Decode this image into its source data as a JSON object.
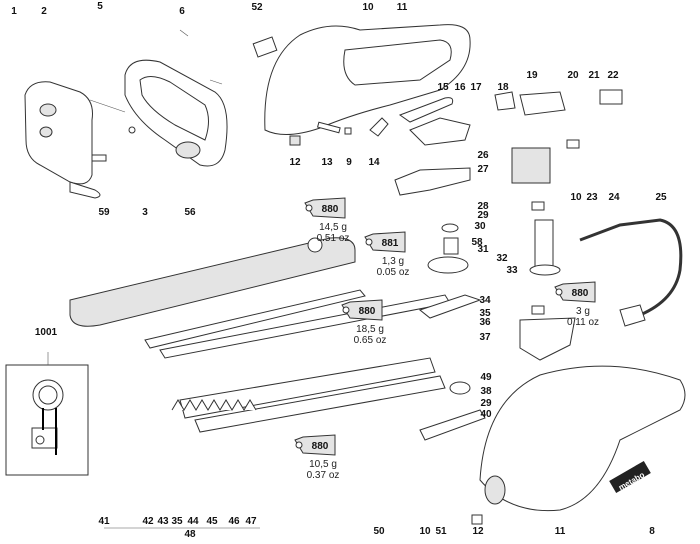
{
  "diagram": {
    "labels": [
      "1",
      "2",
      "5",
      "6",
      "52",
      "10",
      "11",
      "18",
      "19",
      "20",
      "21",
      "22",
      "15",
      "16",
      "17",
      "12",
      "13",
      "9",
      "14",
      "26",
      "27",
      "59",
      "3",
      "56",
      "28",
      "29",
      "30",
      "58",
      "31",
      "32",
      "33",
      "10",
      "23",
      "24",
      "25",
      "34",
      "35",
      "36",
      "37",
      "1001",
      "49",
      "38",
      "29",
      "40",
      "41",
      "42",
      "43",
      "35",
      "44",
      "45",
      "46",
      "47",
      "48",
      "50",
      "10",
      "51",
      "12",
      "11",
      "8"
    ],
    "lubricant_tubes": [
      {
        "code": "880",
        "weight_g": "14,5 g",
        "weight_oz": "0.51 oz"
      },
      {
        "code": "881",
        "weight_g": "1,3 g",
        "weight_oz": "0.05 oz"
      },
      {
        "code": "880",
        "weight_g": "18,5 g",
        "weight_oz": "0.65 oz"
      },
      {
        "code": "880",
        "weight_g": "3 g",
        "weight_oz": "0.11 oz"
      },
      {
        "code": "880",
        "weight_g": "10,5 g",
        "weight_oz": "0.37 oz"
      }
    ],
    "brand_logo": "metabo"
  }
}
